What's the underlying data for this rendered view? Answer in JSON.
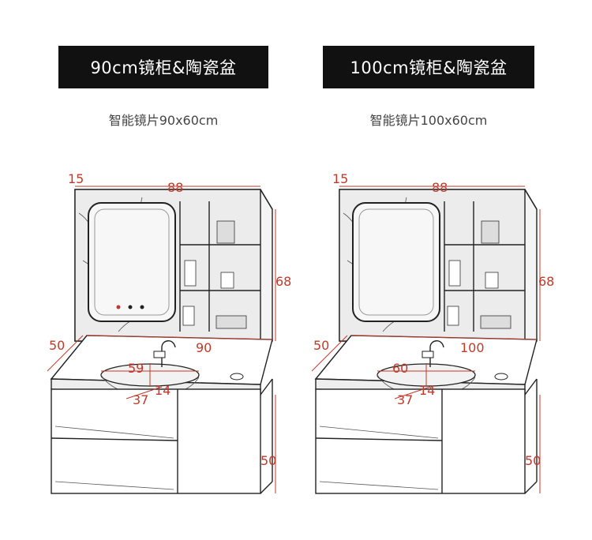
{
  "left": {
    "title": "90cm镜柜&陶瓷盆",
    "subtitle": "智能镜片90x60cm",
    "dims": {
      "depth_cab": "15",
      "width_cab": "88",
      "height_cab": "68",
      "depth_vanity": "50",
      "width_vanity": "90",
      "basin_w": "59",
      "basin_d": "14",
      "basin_h": "37",
      "height_vanity": "50"
    }
  },
  "right": {
    "title": "100cm镜柜&陶瓷盆",
    "subtitle": "智能镜片100x60cm",
    "dims": {
      "depth_cab": "15",
      "width_cab": "88",
      "height_cab": "68",
      "depth_vanity": "50",
      "width_vanity": "100",
      "basin_w": "60",
      "basin_d": "14",
      "basin_h": "37",
      "height_vanity": "50"
    }
  },
  "colors": {
    "dimension": "#c0392b",
    "banner": "#111111"
  }
}
